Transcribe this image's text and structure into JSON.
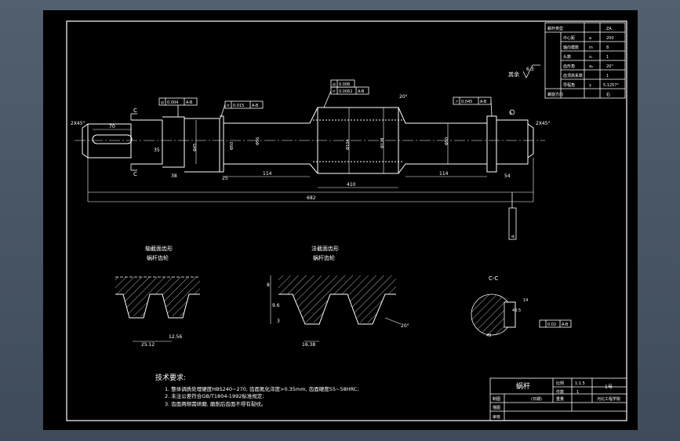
{
  "colors": {
    "background": "#4d5968",
    "sheet": "#000000",
    "line": "#ffffff",
    "dim": "#ffffff"
  },
  "shaft_view": {
    "label_c_top": "C",
    "label_c_bottom": "C",
    "dims": {
      "key_len": "70",
      "d_left": "35",
      "len_38": "38",
      "len_25": "25",
      "len_114_left": "114",
      "len_114_right": "114",
      "len_54": "54",
      "total": "410",
      "overall": "682",
      "d_step1": "Φ45",
      "d_step2": "Φ50",
      "d_step3": "Φ56",
      "d_worm": "Φ128",
      "d_worm2": "Φ104",
      "d_right": "Φ50"
    },
    "chamfer_left": "2X45°",
    "chamfer_right": "2X45°",
    "tol_boxes": [
      {
        "sym": "◎",
        "val": "0.004",
        "ref": "A-B"
      },
      {
        "sym": "⌭",
        "val": "0.015",
        "ref": "A-B"
      },
      {
        "sym": "◎",
        "val": "0.006",
        "ref": ""
      },
      {
        "sym": "⌭",
        "val": "0.0062",
        "ref": "A-B"
      },
      {
        "sym": "↗",
        "val": "0.045",
        "ref": "A-B"
      }
    ],
    "datum_a": "A",
    "datum_b": "B",
    "angle_note": "20°",
    "roughness_other": "其余",
    "roughness_value": "6.3"
  },
  "param_table": {
    "rows": [
      {
        "name": "蜗杆类型",
        "sym": "",
        "val": "ZA"
      },
      {
        "name": "中心距",
        "sym": "a",
        "val": "200"
      },
      {
        "name": "轴向模数",
        "sym": "m",
        "val": "8"
      },
      {
        "name": "头数",
        "sym": "z₁",
        "val": "1"
      },
      {
        "name": "齿形角",
        "sym": "α₀",
        "val": "20°"
      },
      {
        "name": "齿顶高系数",
        "sym": "",
        "val": "1"
      },
      {
        "name": "导程角",
        "sym": "γ",
        "val": "5.1257°"
      },
      {
        "name": "螺旋方向",
        "sym": "",
        "val": "右"
      }
    ]
  },
  "section_left": {
    "title1": "轴截面齿形",
    "title2": "蜗杆齿轮",
    "dim_bottom": "25.12",
    "dim_top": "12.56"
  },
  "section_mid": {
    "title1": "法截面齿形",
    "title2": "蜗杆齿轮",
    "dim_8": "8",
    "dim_4": "9.6",
    "dim_3": "3",
    "dim_bottom": "16.38",
    "angle": "20°"
  },
  "section_cc": {
    "title": "C-C",
    "dim_14": "14",
    "dim_h": "43.5",
    "dim_d": "49",
    "tol_val": "0.02",
    "tol_ref": "A-B"
  },
  "notes": {
    "heading": "技术要求:",
    "items": [
      "1. 整体调质处理硬度HBS240~270, 齿面氮化淬度>0.35mm, 齿面硬度55~58HRC;",
      "2. 未注公差符合GB/T1804-1992标准规定;",
      "3. 齿面两侧需研磨, 磨削后齿面不得有裂纹。"
    ]
  },
  "title_block": {
    "name": "蜗杆",
    "scale_label": "比例",
    "scale_val": "1:1.5",
    "qty_label": "件数",
    "qty_val": "1",
    "drawing_no": "1号",
    "row1": "制图",
    "date": "(日期)",
    "weight_label": "重量",
    "material": "河北工程学院",
    "row2": "描图",
    "row3": "审核"
  }
}
